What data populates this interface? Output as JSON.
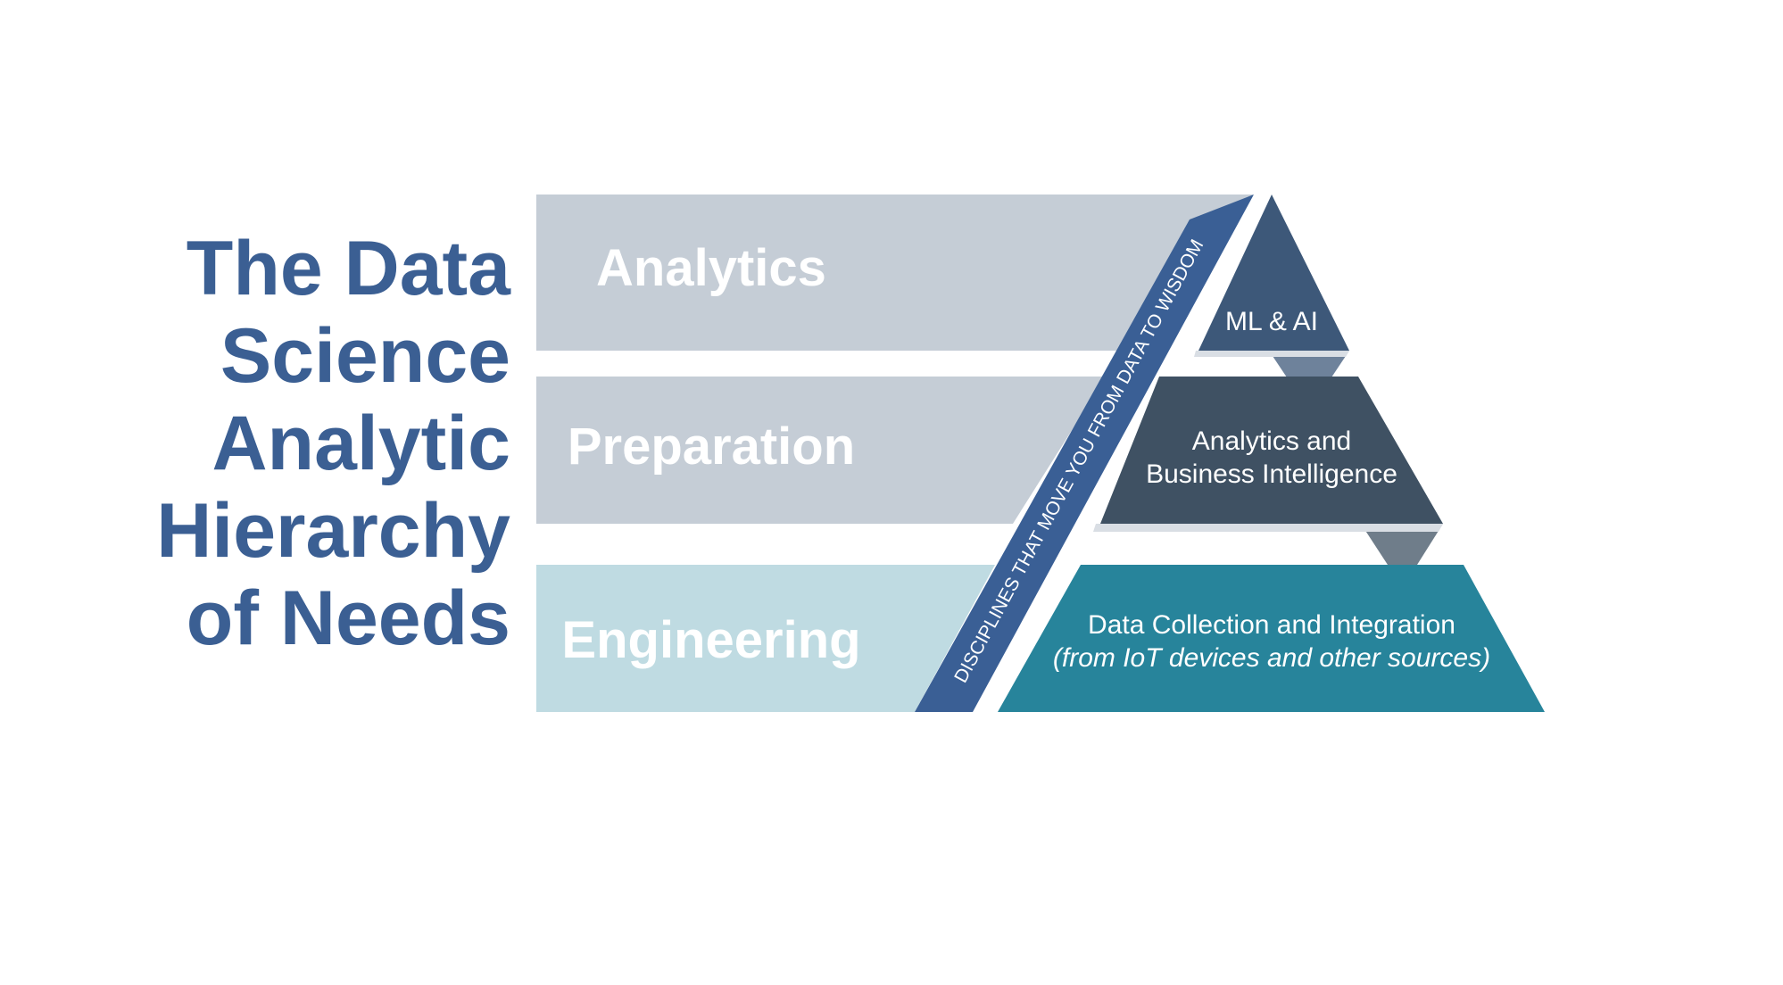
{
  "title": {
    "lines": [
      "The Data",
      "Science",
      "Analytic",
      "Hierarchy",
      "of Needs"
    ]
  },
  "bands": {
    "analytics": "Analytics",
    "preparation": "Preparation",
    "engineering": "Engineering"
  },
  "banner": {
    "text": "DISCIPLINES THAT MOVE YOU FROM DATA TO WISDOM"
  },
  "pyramid": {
    "top": "ML & AI",
    "middle_line1": "Analytics and",
    "middle_line2": "Business Intelligence",
    "bottom_line1": "Data Collection and Integration",
    "bottom_line2": "(from IoT devices and other sources)"
  },
  "colors": {
    "title": "#3b5f93",
    "band_gray": "#c5cdd6",
    "band_light_blue": "#bfdbe2",
    "banner": "#3a5f95",
    "tier_top": "#3d5879",
    "tier_middle": "#3f5163",
    "tier_bottom": "#27849b"
  }
}
